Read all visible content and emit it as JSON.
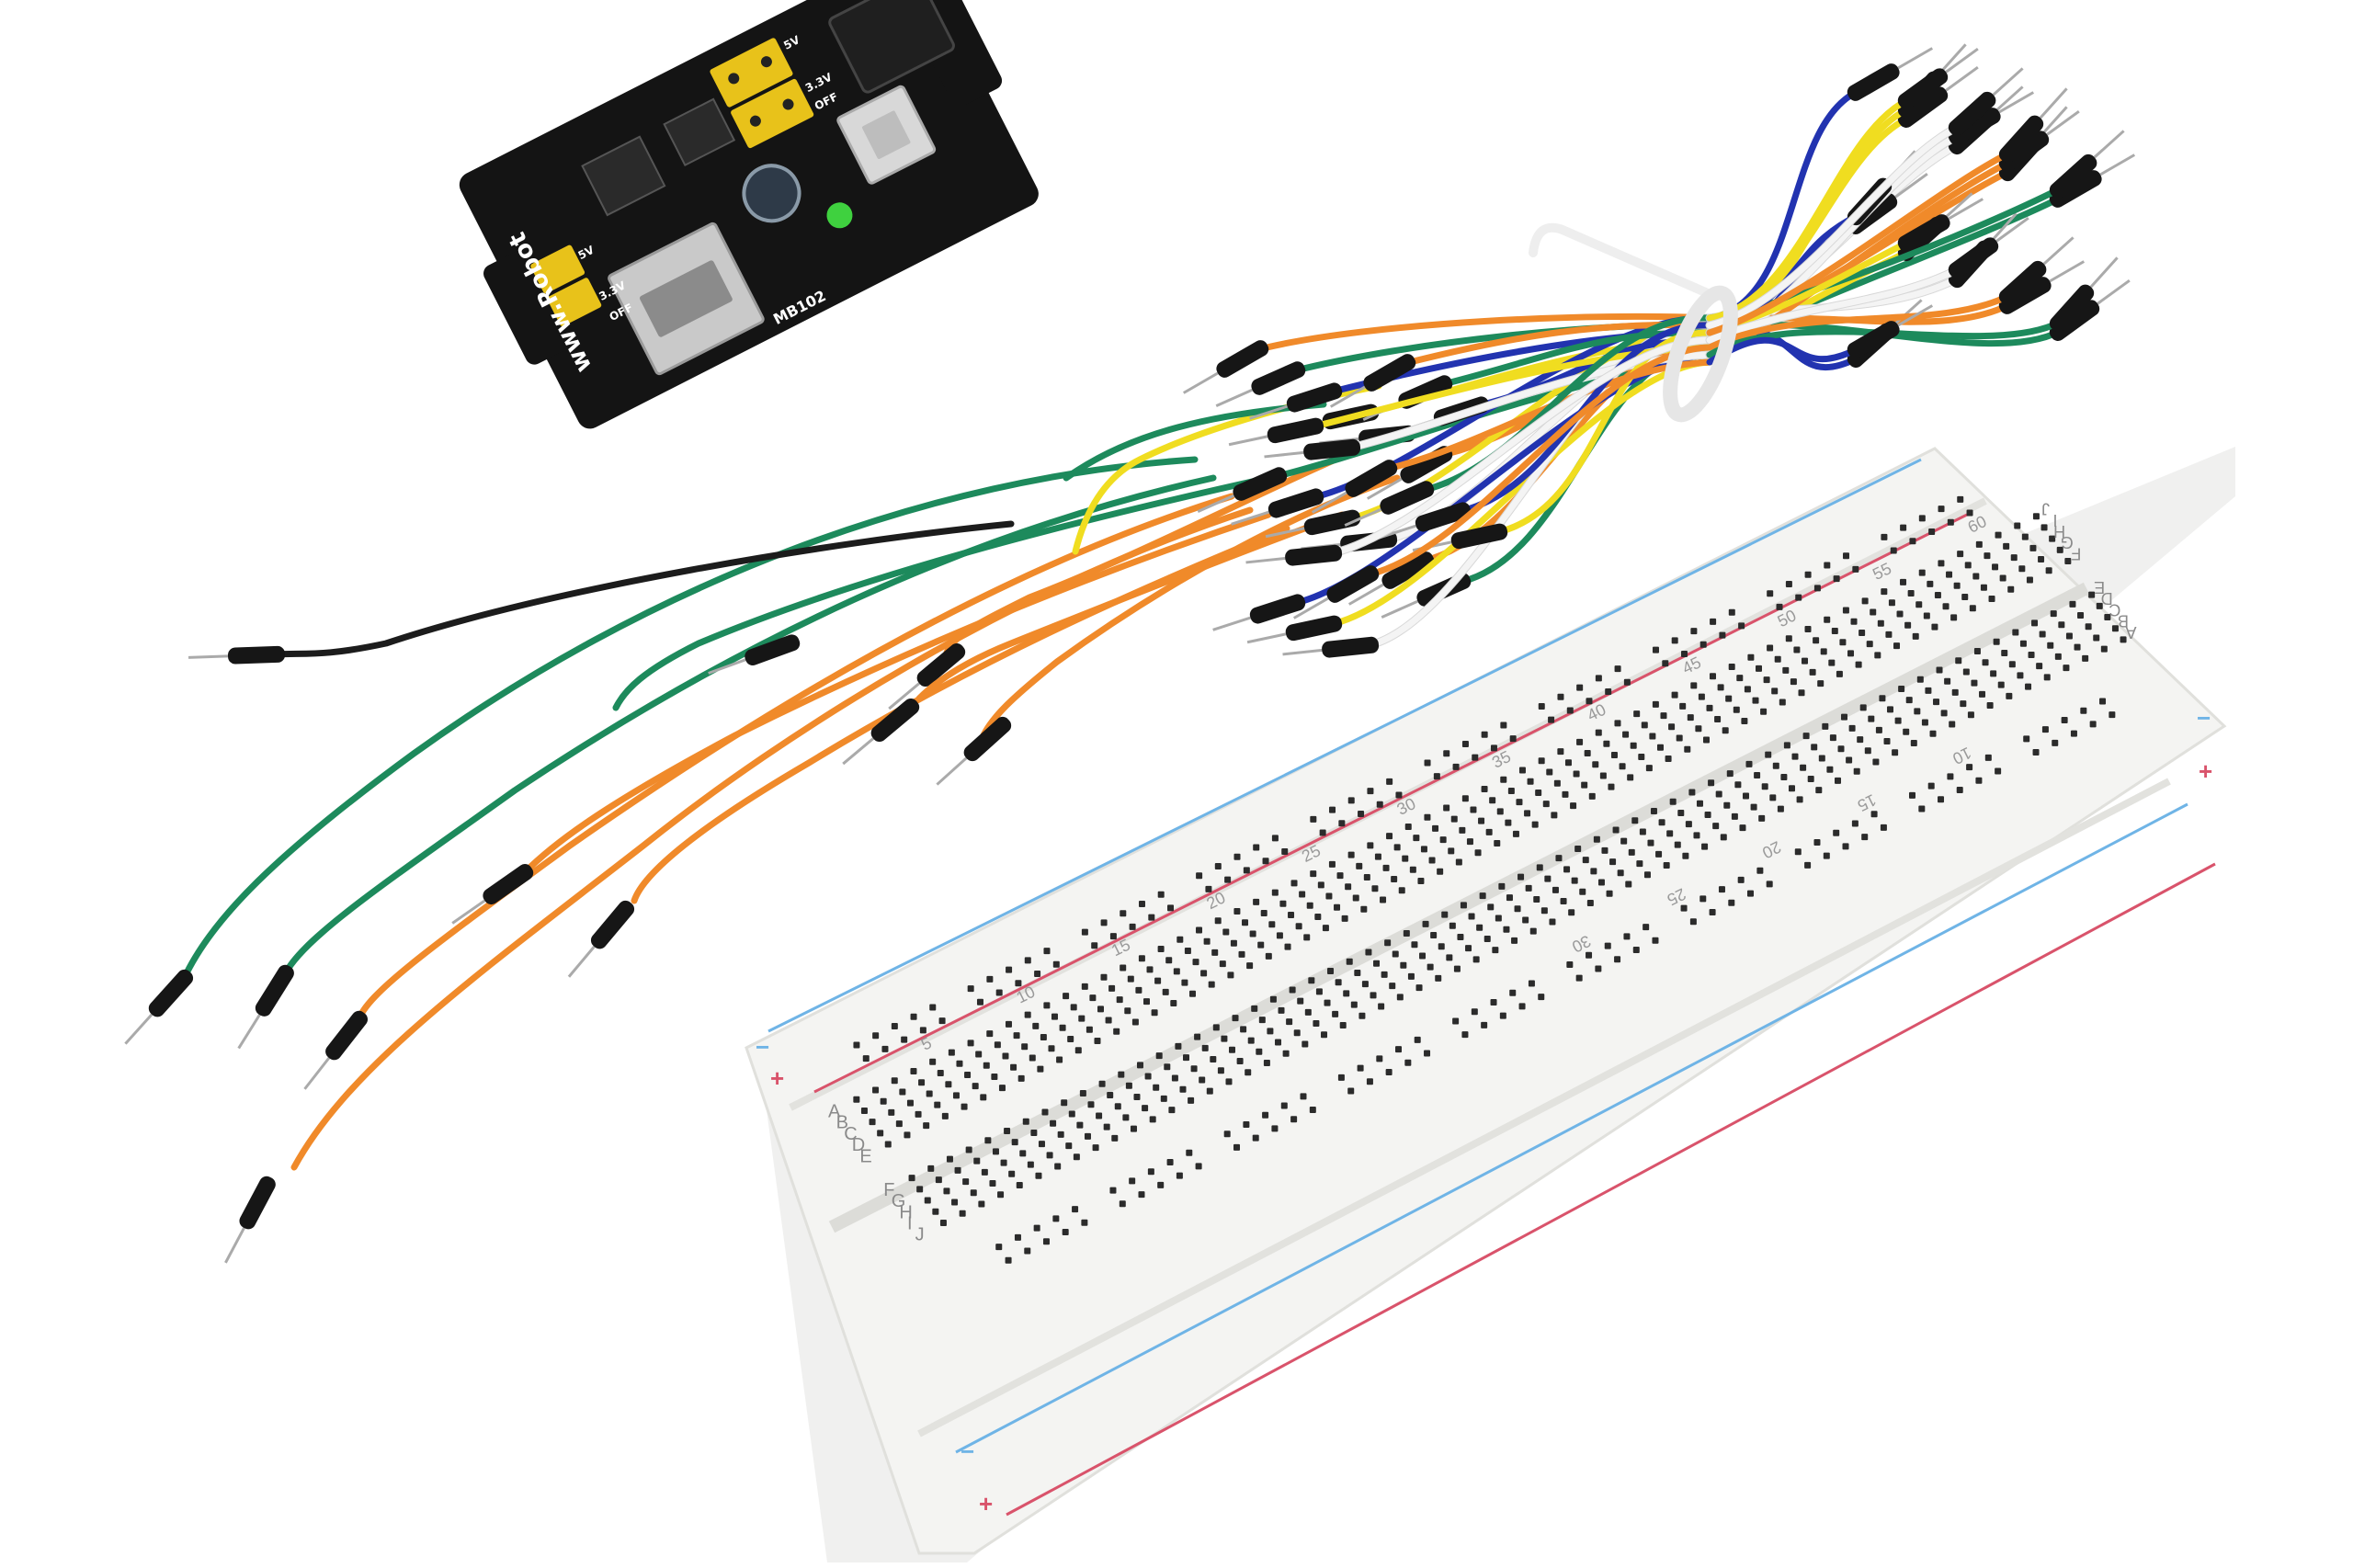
{
  "scene": {
    "description_items": [
      "power-supply-module",
      "jumper-wire-bundle",
      "solderless-breadboard"
    ]
  },
  "colors": {
    "background": "#ffffff",
    "pcb": "#141414",
    "header_yellow": "#e8c21a",
    "led_green": "#3fd13f",
    "rail_blue": "#6fb4e6",
    "rail_red": "#d9536b",
    "breadboard_body": "#f3f3f1",
    "wire_orange": "#f08a2a",
    "wire_green": "#1d8a5c",
    "wire_blue": "#2233b0",
    "wire_yellow": "#f0dd20",
    "wire_white": "#f4f4f4",
    "wire_black": "#1c1c1c"
  },
  "power_module": {
    "brand": "Robot",
    "model": "www.Robot",
    "voltage_labels": [
      "5V",
      "3.3V",
      "OFF",
      "5V",
      "3.3V",
      "OFF"
    ],
    "pcb_code": "MB102"
  },
  "breadboard": {
    "column_labels": [
      "5",
      "10",
      "15",
      "20",
      "25",
      "30",
      "35",
      "40",
      "45",
      "50",
      "55",
      "60"
    ],
    "mirrored_column_labels": [
      "10",
      "15",
      "20",
      "25",
      "30"
    ],
    "row_letters_left": [
      "A",
      "B",
      "C",
      "D",
      "E"
    ],
    "row_letters_right": [
      "F",
      "G",
      "H",
      "I",
      "J"
    ],
    "far_letters": [
      "J",
      "I",
      "H",
      "G",
      "F",
      "E",
      "D",
      "C",
      "B",
      "A"
    ],
    "plus_sign": "+",
    "minus_sign": "−"
  }
}
